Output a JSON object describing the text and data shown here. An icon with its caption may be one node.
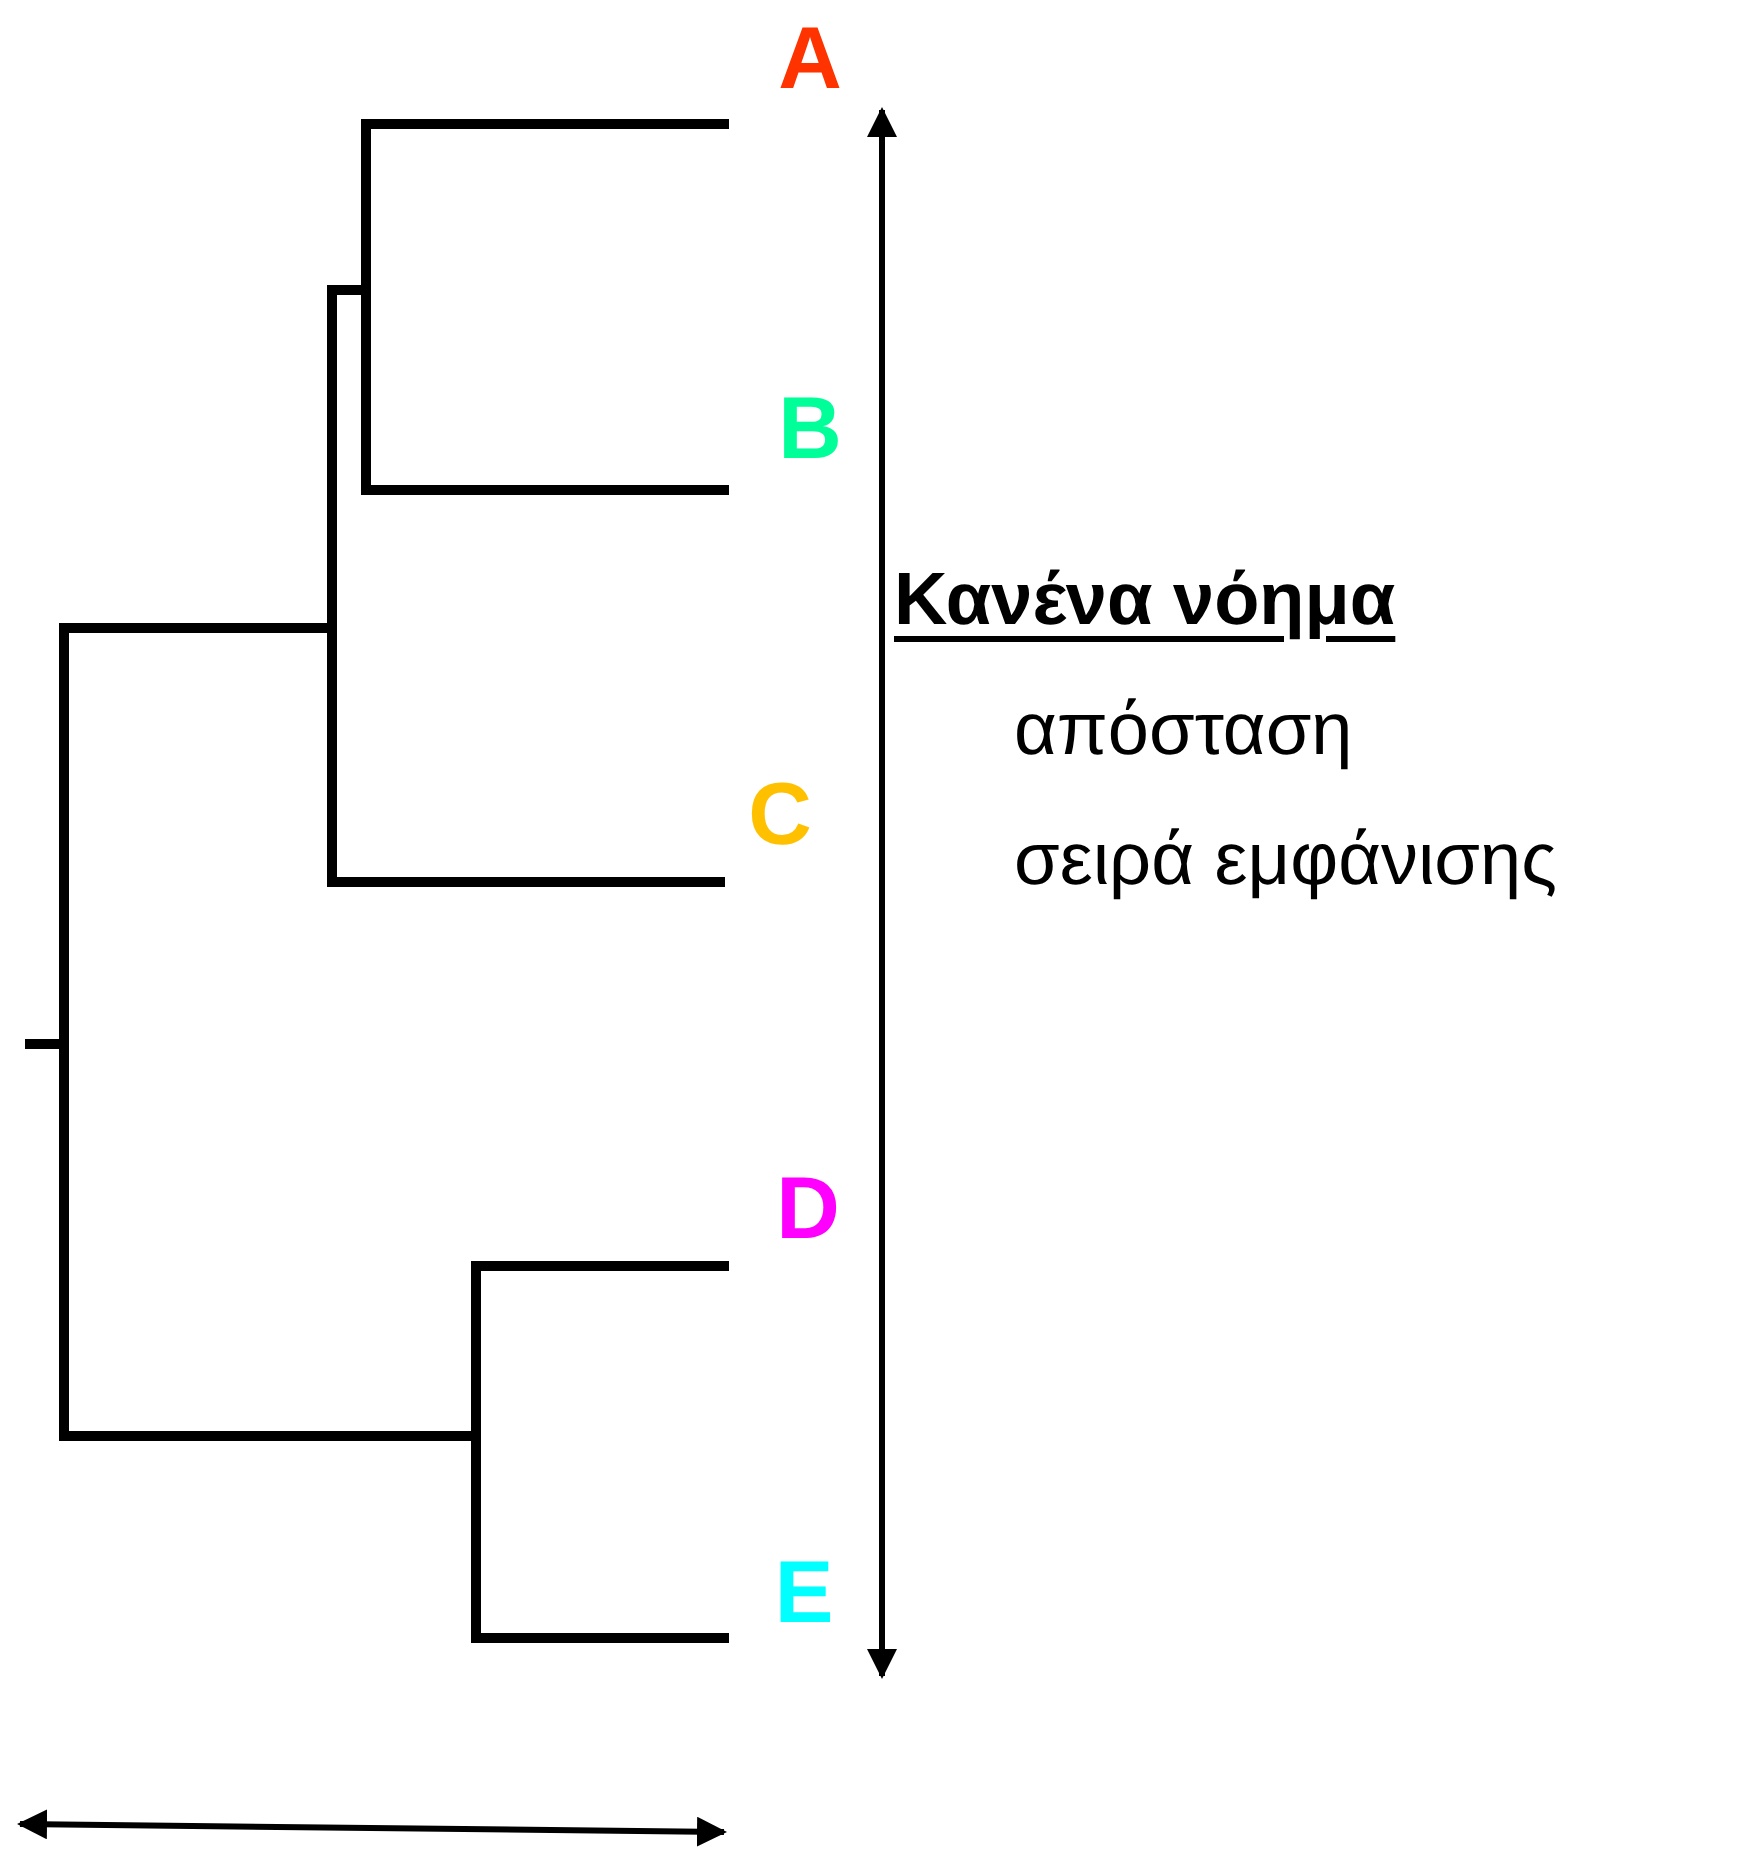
{
  "diagram": {
    "labels": [
      "A",
      "B",
      "C",
      "D",
      "E",
      "Κανένα νόημα",
      "απόσταση",
      "σειρά εμφάνισης"
    ]
  }
}
